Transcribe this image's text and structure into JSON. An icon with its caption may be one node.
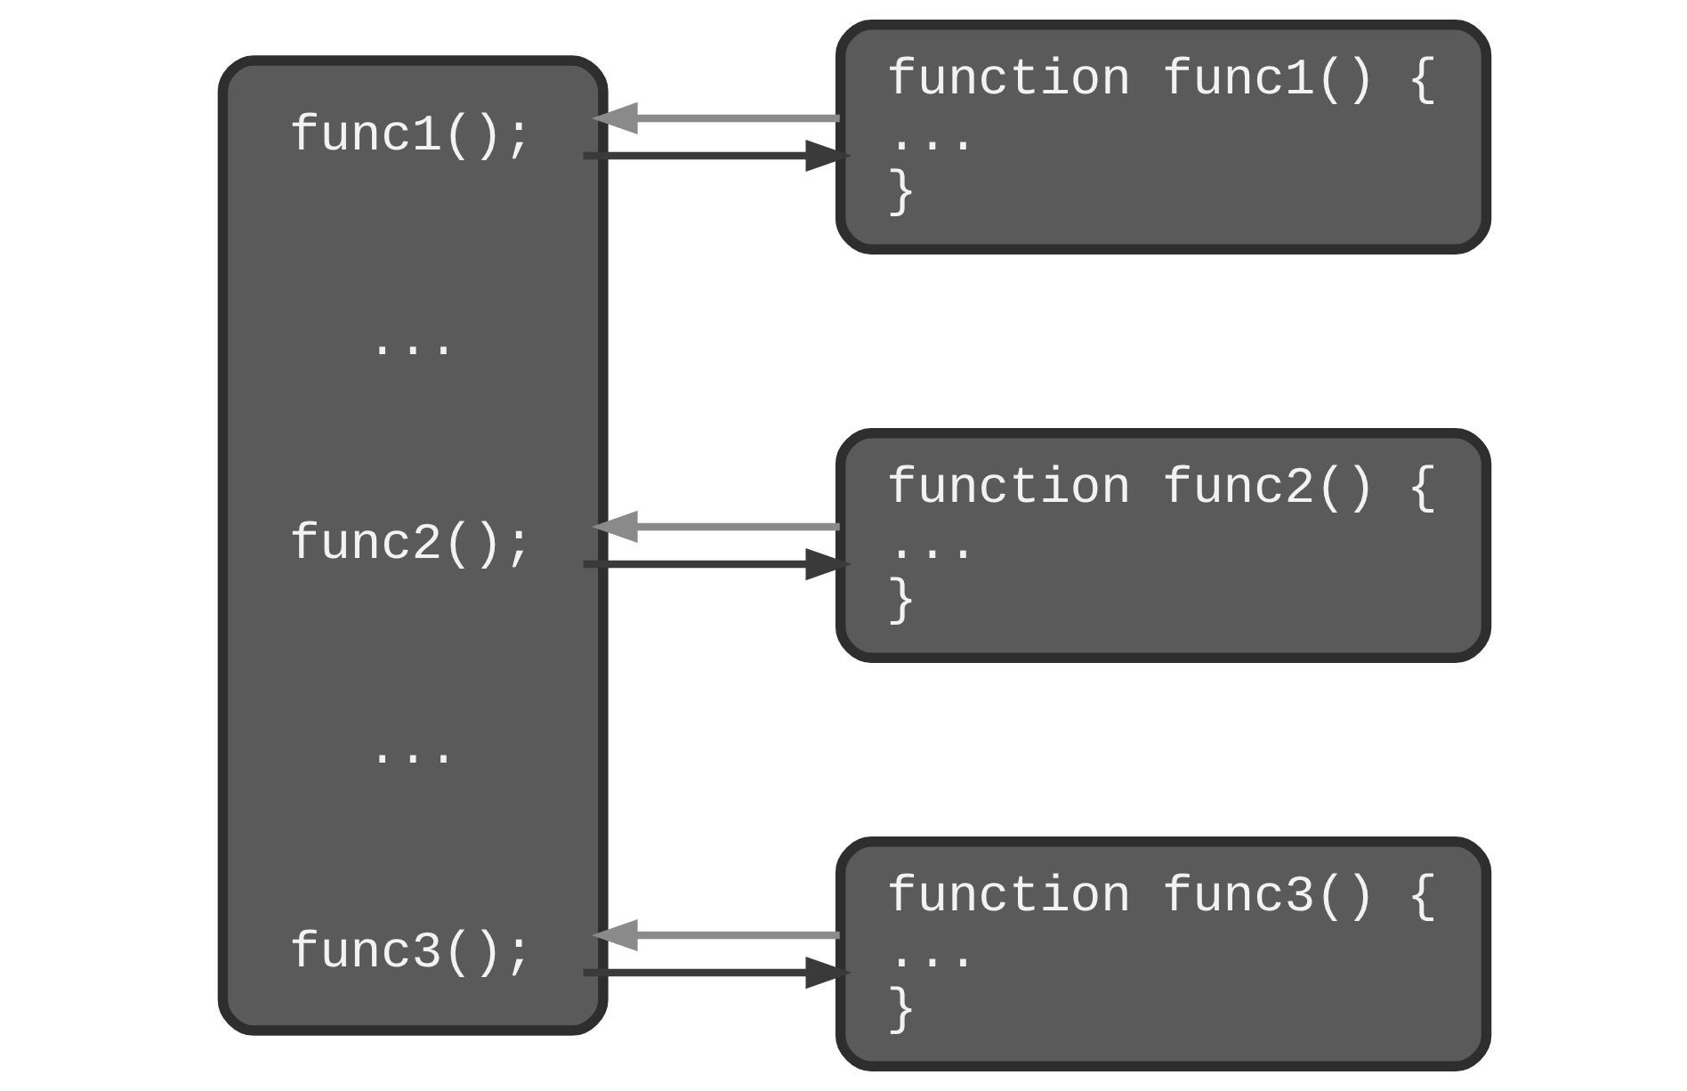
{
  "diagram": {
    "nodes": [
      {
        "text": [],
        "shape": "box"
      },
      {
        "text": [
          "func1();"
        ],
        "in": 0
      },
      {
        "text": [
          "func2();"
        ],
        "in": 0
      },
      {
        "text": [
          "func3();"
        ],
        "in": 0
      },
      {
        "text": [
          "function func1() {",
          "...",
          "}"
        ]
      },
      {
        "text": [
          "function func2() {",
          "...",
          "}"
        ]
      },
      {
        "text": [
          "function func3() {",
          "...",
          "}"
        ]
      }
    ],
    "edges": [
      {
        "from": 1,
        "to": 4,
        "arrow": "to"
      },
      {
        "from": 4,
        "to": 0,
        "arrow": "to",
        "color": "#8a8a8a"
      },
      {
        "from": 2,
        "to": 5,
        "arrow": "to"
      },
      {
        "from": 5,
        "to": 0,
        "arrow": "to",
        "color": "#8a8a8a"
      },
      {
        "from": 3,
        "to": 6,
        "arrow": "to"
      },
      {
        "from": 6,
        "to": 0,
        "arrow": "to",
        "color": "#8a8a8a"
      }
    ],
    "labels": [
      "...",
      "..."
    ]
  }
}
